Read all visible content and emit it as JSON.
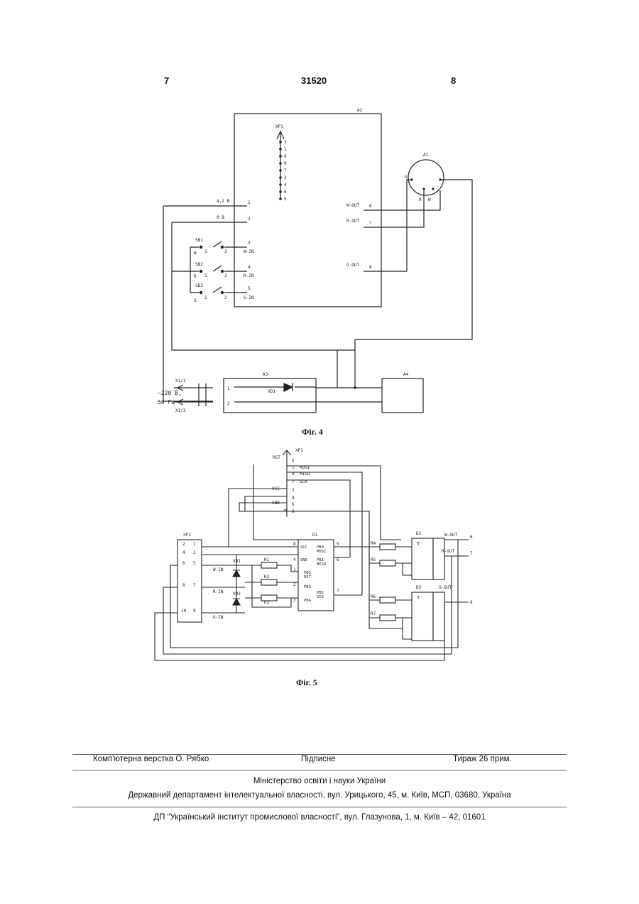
{
  "header": {
    "left_page": "7",
    "patent_number": "31520",
    "right_page": "8"
  },
  "fig4": {
    "caption": "Фіг. 4",
    "blocks": {
      "a2": "A2",
      "a1": "A1",
      "a3": "A3",
      "a4": "A4"
    },
    "connector": "XP1",
    "connector_pins": [
      "3",
      "1",
      "8",
      "9",
      "7",
      "2",
      "4",
      "6",
      "5"
    ],
    "supply": {
      "v42": "4,2 B",
      "v0": "0 B",
      "mains1": "~220 B,",
      "mains2": "50 Гц",
      "x11": "X1/1",
      "x12": "X1/2"
    },
    "switches": [
      {
        "name": "SB1",
        "letter": "W",
        "pin1": "1",
        "pin2": "2",
        "input": "W-IN",
        "num": "3"
      },
      {
        "name": "SB2",
        "letter": "R",
        "pin1": "1",
        "pin2": "2",
        "input": "R-IN",
        "num": "4"
      },
      {
        "name": "SB3",
        "letter": "G",
        "pin1": "1",
        "pin2": "2",
        "input": "G-IN",
        "num": "5"
      }
    ],
    "outputs": [
      {
        "label": "W-OUT",
        "num": "6"
      },
      {
        "label": "R-OUT",
        "num": "7"
      },
      {
        "label": "G-OUT",
        "num": "8"
      }
    ],
    "a1_pins": [
      "G",
      "R",
      "W"
    ],
    "a3_diode": "VD1",
    "a3_pins": [
      "1",
      "2"
    ]
  },
  "fig5": {
    "caption": "Фіг. 5",
    "connector_xp1": "XP1",
    "connector_xp2": "XP2",
    "xp1_pins": [
      {
        "num": "5",
        "sig": ""
      },
      {
        "num": "1",
        "sig": "MOSI"
      },
      {
        "num": "9",
        "sig": "MISO"
      },
      {
        "num": "7",
        "sig": "SCK"
      },
      {
        "num": "2",
        "sig": "VCC"
      },
      {
        "num": "4",
        "sig": ""
      },
      {
        "num": "6",
        "sig": "GND"
      },
      {
        "num": "8",
        "sig": ""
      }
    ],
    "rst": "RST",
    "xp2_rows": [
      [
        "2",
        "1"
      ],
      [
        "4",
        "3"
      ],
      [
        "6",
        "5"
      ],
      [
        "8",
        "7"
      ],
      [
        "10",
        "9"
      ]
    ],
    "inputs": [
      "W-IN",
      "R-IN",
      "G-IN"
    ],
    "diodes": [
      "VD1",
      "VD2"
    ],
    "resistors_in": [
      "R1",
      "R2",
      "R3"
    ],
    "mcu": {
      "name": "D1",
      "pins_left": [
        "VCC",
        "GND",
        "PB5",
        "PB3",
        "PB4"
      ],
      "pins_right": [
        "PB0",
        "MOSI",
        "PB1",
        "MISO",
        "RST",
        "PB2",
        "SCK"
      ],
      "pin_nums": [
        "8",
        "4",
        "1",
        "2",
        "3",
        "5",
        "6",
        "7"
      ]
    },
    "triggers": [
      {
        "name": "D2",
        "sym": "T"
      },
      {
        "name": "D3",
        "sym": "T"
      }
    ],
    "resistors_out": [
      "R4",
      "R5",
      "R6",
      "R7"
    ],
    "outputs": [
      {
        "label": "W-OUT",
        "num": "6"
      },
      {
        "label": "R-OUT",
        "num": "7"
      },
      {
        "label": "G-OUT",
        "num": "8"
      }
    ]
  },
  "footer": {
    "layout_by": "Комп'ютерна верстка О. Рябко",
    "signed": "Підписне",
    "copies": "Тираж 26 прим.",
    "ministry": "Міністерство освіти і науки України",
    "department": "Державний департамент інтелектуальної власності, вул. Урицького, 45, м. Київ, МСП, 03680, Україна",
    "institute": "ДП “Український інститут промислової власності”, вул. Глазунова, 1, м. Київ – 42, 01601"
  }
}
